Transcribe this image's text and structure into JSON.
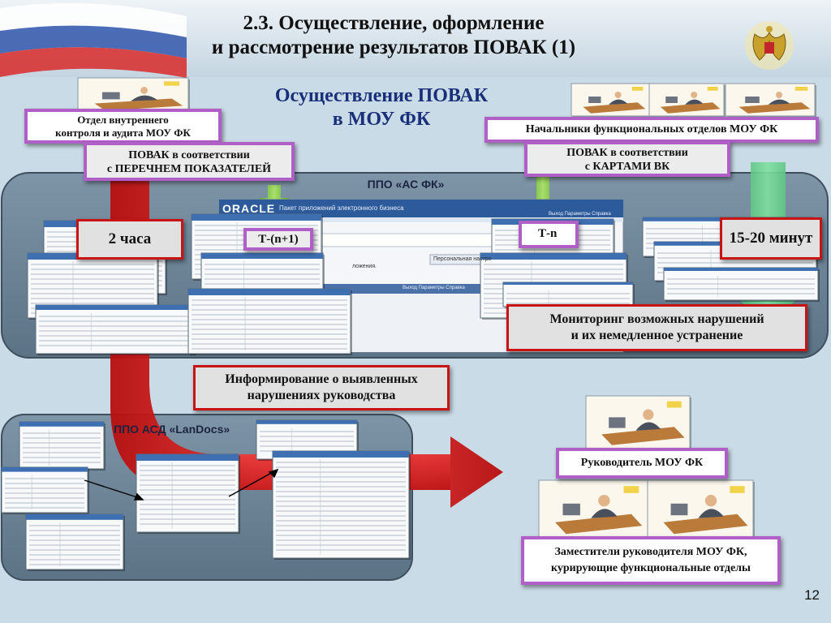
{
  "slide": {
    "title_line1": "2.3. Осуществление, оформление",
    "title_line2": "и рассмотрение результатов ПОВАК (1)",
    "page_number": "12",
    "emblem_icon": "double-headed-eagle-emblem-icon"
  },
  "center_heading": {
    "line1": "Осуществление ПОВАК",
    "line2": "в МОУ ФК"
  },
  "left_flow": {
    "dept_line1": "Отдел внутреннего",
    "dept_line2": "контроля и аудита МОУ ФК",
    "povak_line1": "ПОВАК в соответствии",
    "povak_line2": "с ПЕРЕЧНЕМ ПОКАЗАТЕЛЕЙ",
    "time_label": "2 часа",
    "period_label": "Т-(n+1)"
  },
  "right_flow": {
    "heads_label": "Начальники функциональных отделов МОУ ФК",
    "povak_line1": "ПОВАК в соответствии",
    "povak_line2": "с КАРТАМИ ВК",
    "period_label": "Т-n",
    "time_label": "15-20  минут"
  },
  "system_panel": {
    "label": "ППО «АС ФК»",
    "oracle_logo": "ORACLE",
    "oracle_subtitle": "Пакет приложений электронного бизнеса",
    "oracle_menu": "Выход  Параметры  Справка",
    "oracle_personal": "Персональная настро",
    "oracle_text": "ложения.",
    "oracle_bottom_menu": "Выход  Параметры  Справка"
  },
  "monitoring": {
    "line1": "Мониторинг возможных нарушений",
    "line2": "и их немедленное устранение"
  },
  "informing": {
    "line1": "Информирование о выявленных",
    "line2": "нарушениях руководства"
  },
  "landocs": {
    "label": "ППО АСД «LanDocs»"
  },
  "recipients": {
    "head_label": "Руководитель МОУ ФК",
    "deputies_line1": "Заместители руководителя МОУ ФК,",
    "deputies_line2": "курирующие функциональные отделы"
  }
}
